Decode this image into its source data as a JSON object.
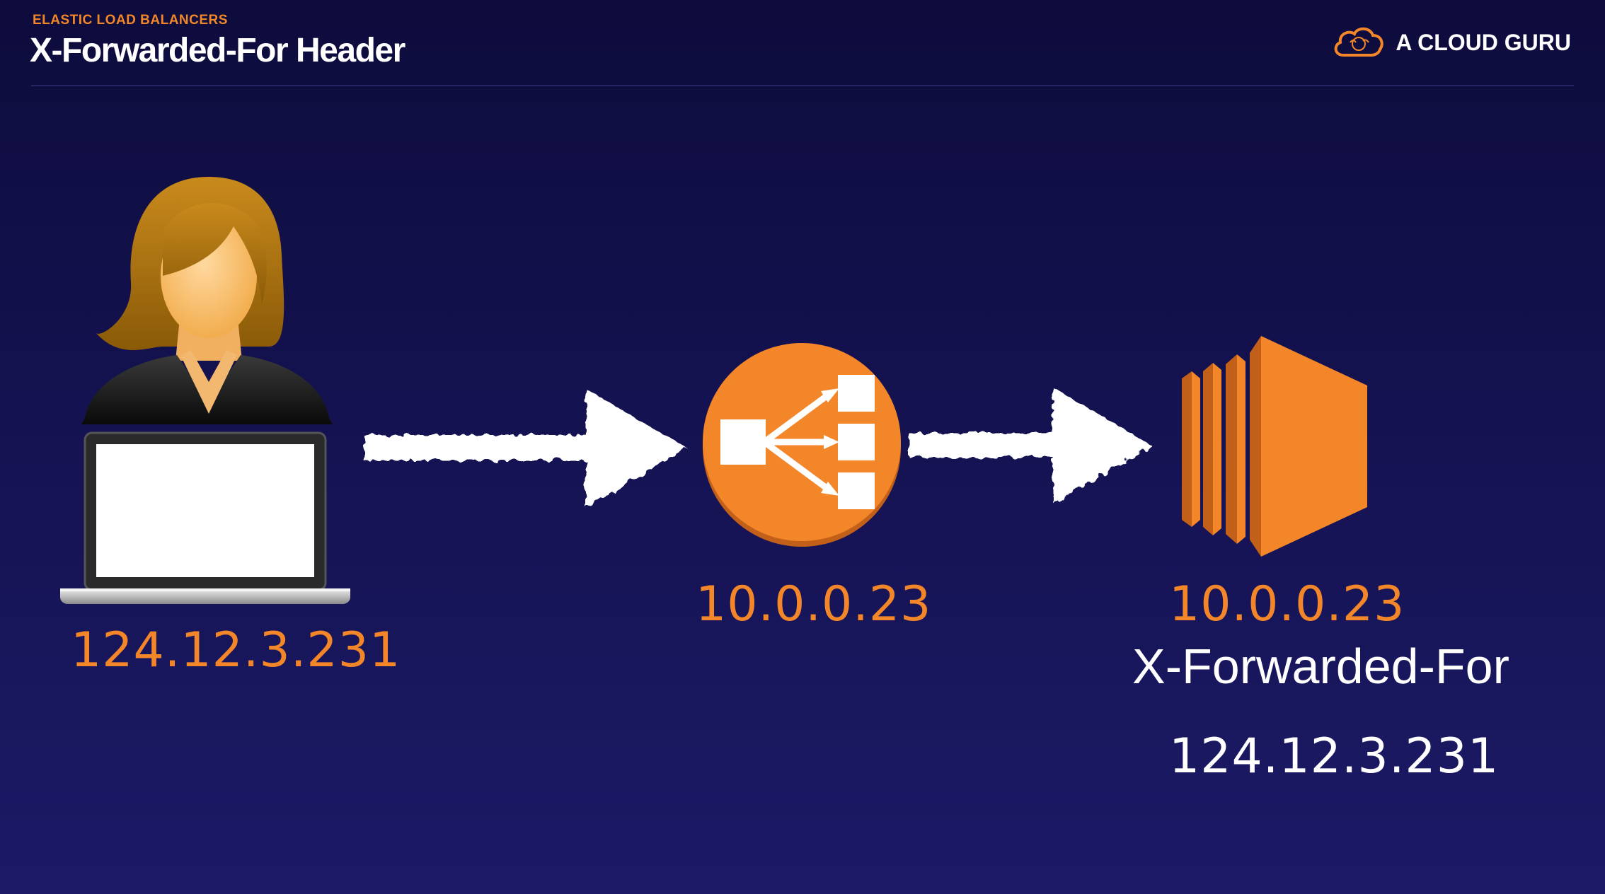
{
  "header": {
    "kicker": "ELASTIC LOAD BALANCERS",
    "title": "X-Forwarded-For Header"
  },
  "brand": {
    "name": "A CLOUD GURU",
    "icon": "cloud-logo-icon"
  },
  "colors": {
    "accent": "#f4862a",
    "background": "#141250",
    "text": "#ffffff"
  },
  "diagram": {
    "user": {
      "icon": "user-laptop-icon",
      "ip": "124.12.3.231"
    },
    "arrow_1": {
      "icon": "arrow-right-icon"
    },
    "load_balancer": {
      "icon": "load-balancer-icon",
      "ip": "10.0.0.23"
    },
    "arrow_2": {
      "icon": "arrow-right-icon"
    },
    "ec2": {
      "icon": "ec2-instance-icon",
      "ip": "10.0.0.23",
      "header_label": "X-Forwarded-For",
      "header_value": "124.12.3.231"
    }
  }
}
